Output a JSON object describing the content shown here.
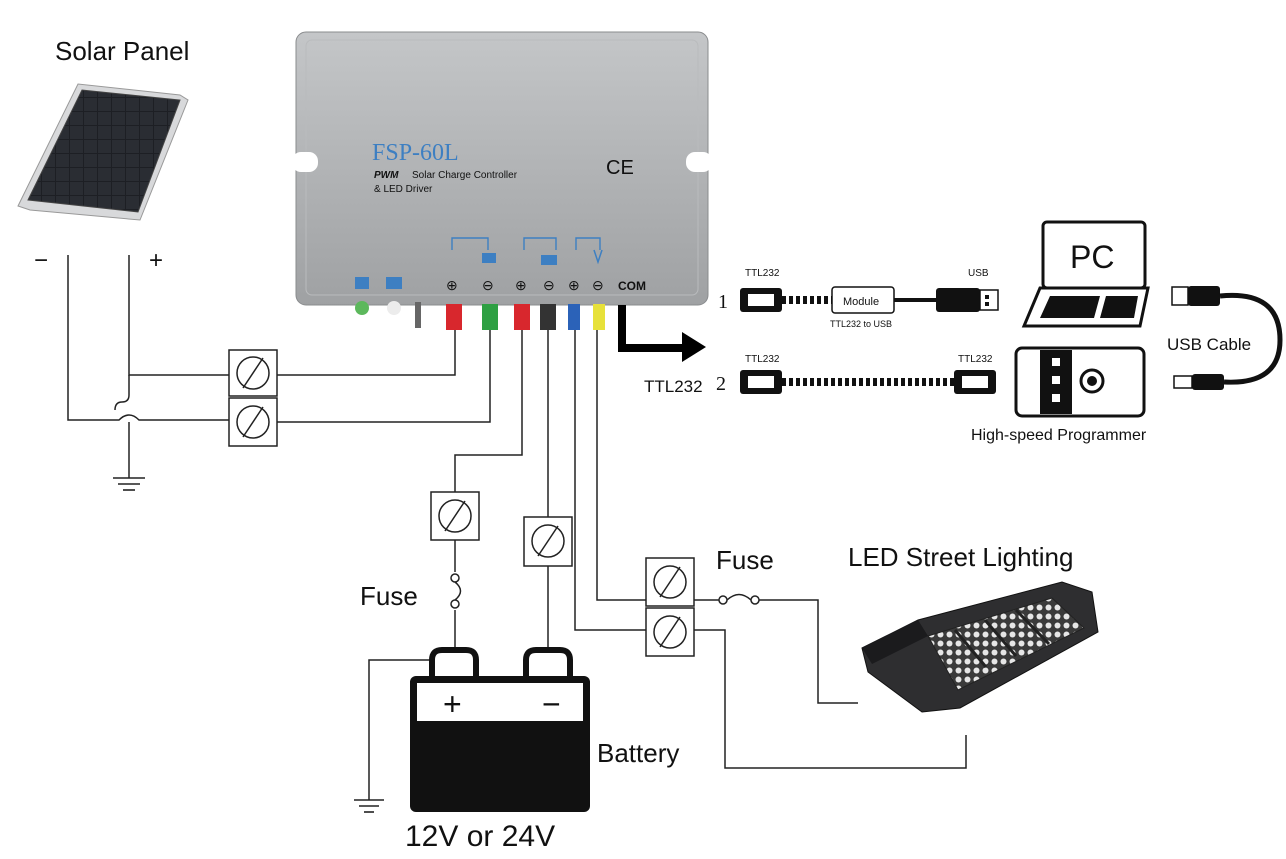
{
  "labels": {
    "solar_panel": "Solar Panel",
    "minus": "−",
    "plus": "+",
    "battery": "Battery",
    "battery_voltage": "12V or 24V",
    "battery_plus": "+",
    "battery_minus": "−",
    "fuse_battery": "Fuse",
    "fuse_led": "Fuse",
    "led": "LED Street Lighting",
    "pc": "PC",
    "usb_cable": "USB Cable",
    "programmer": "High-speed Programmer",
    "ttl232_main": "TTL232"
  },
  "controller": {
    "model": "FSP-60L",
    "pwm": "PWM",
    "desc1": "Solar Charge Controller",
    "desc2": "& LED Driver",
    "ce": "CE",
    "com": "COM",
    "terminal_plus": "⊕",
    "terminal_minus": "⊖"
  },
  "cables": {
    "opt1_num": "1",
    "opt1_left": "TTL232",
    "opt1_module": "Module",
    "opt1_sub": "TTL232 to USB",
    "opt1_right": "USB",
    "opt2_num": "2",
    "opt2_left": "TTL232",
    "opt2_right": "TTL232"
  },
  "colors": {
    "controller_body": "#a9abad",
    "wire_red": "#d8272d",
    "wire_green": "#2ea043",
    "wire_blue": "#2b62b8",
    "wire_yellow": "#e7e13a",
    "wire_black": "#333333",
    "label_blue": "#3d7fc2"
  }
}
